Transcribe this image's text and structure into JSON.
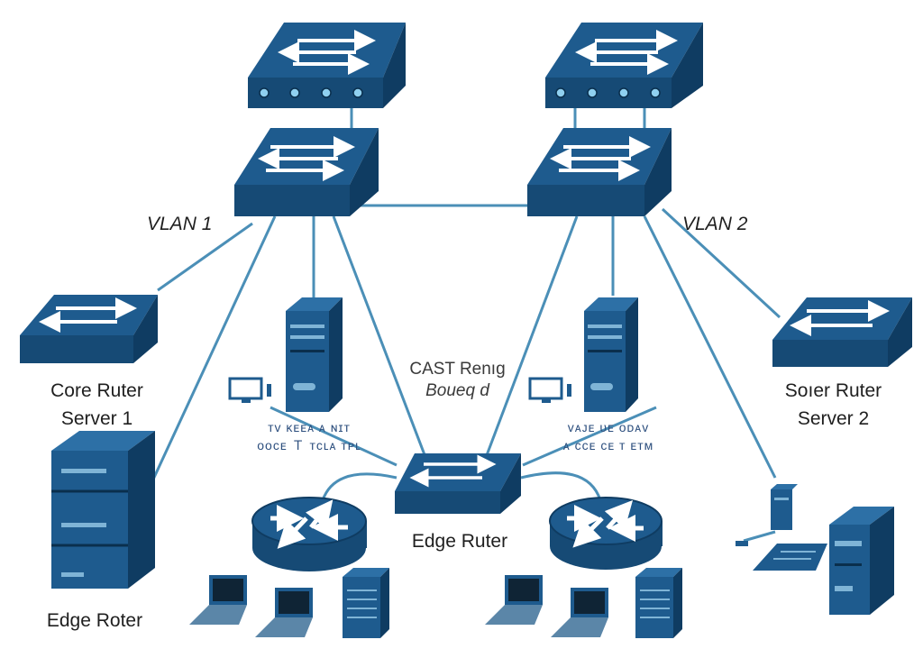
{
  "labels": {
    "vlan1": "VLAN 1",
    "vlan2": "VLAN 2",
    "left_switch": [
      "Core Ruter",
      "Server 1"
    ],
    "right_switch": [
      "Soıer Ruter",
      "Server 2"
    ],
    "edge_center": "Edge Ruter",
    "edge_left": "Edge Roter",
    "center_note": [
      "CAST Renıg",
      "Boueq d"
    ],
    "left_server_caption": [
      "ᴛᴠ ᴋᴇᴇᴀ ᴀ ɴɪᴛ",
      "ᴏᴏᴄᴇ Ｔ ᴛᴄʟᴀ ᴛᴘʟ"
    ],
    "right_server_caption": [
      "ᴠᴀᴊᴇ ᴜᴇ ᴏᴅᴀᴠ",
      "ᴀ ᴄᴄᴇ ᴄᴇ ᴛ ᴇᴛᴍ"
    ]
  },
  "colors": {
    "device_blue": "#1e5b8e",
    "device_dark": "#164a75",
    "device_side": "#0f3c62",
    "link": "#4b8fb7",
    "arrow": "#ffffff"
  },
  "devices": {
    "top_left_switch": "switch-icon",
    "top_right_switch": "switch-icon",
    "core_left_switch": "switch-icon",
    "core_right_switch": "switch-icon",
    "access_left_switch": "switch-icon",
    "access_right_switch": "switch-icon",
    "edge_switch": "switch-icon",
    "left_server": "server-tower-icon",
    "right_server": "server-tower-icon",
    "left_router": "router-icon",
    "right_router": "router-icon",
    "laptops": "laptop-icon",
    "monitors": "monitor-icon"
  }
}
